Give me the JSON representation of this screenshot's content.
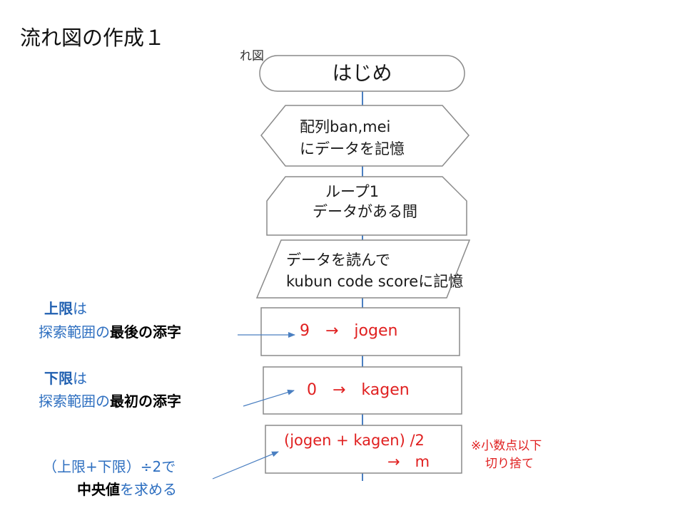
{
  "slide": {
    "title": "流れ図の作成１",
    "cut_label": "れ図"
  },
  "flowchart": {
    "start": "はじめ",
    "prep_line1": "配列ban,mei",
    "prep_line2": "にデータを記憶",
    "loop_line1": "ループ1",
    "loop_line2": "データがある間",
    "input_line1": "データを読んで",
    "input_line2": "kubun  code  scoreに記憶",
    "proc1": "9　→　jogen",
    "proc2": "0　→　kagen",
    "proc3_line1": "(jogen + kagen) /2",
    "proc3_line2": "→　m"
  },
  "notes": {
    "upper": {
      "label": "上限",
      "suffix": "は",
      "line2_prefix": "探索範囲の",
      "line2_bold": "最後の添字"
    },
    "lower": {
      "label": "下限",
      "suffix": "は",
      "line2_prefix": "探索範囲の",
      "line2_bold": "最初の添字"
    },
    "middle": {
      "line1": "（上限+下限）÷2で",
      "line2_bold": "中央値",
      "line2_suffix": "を求める"
    },
    "remark_line1": "※小数点以下",
    "remark_line2": "切り捨て"
  },
  "colors": {
    "flow_line": "#4a7fc1",
    "shape_stroke": "#8a8a8a",
    "accent_blue": "#2e6fc0",
    "accent_red": "#e02020"
  }
}
